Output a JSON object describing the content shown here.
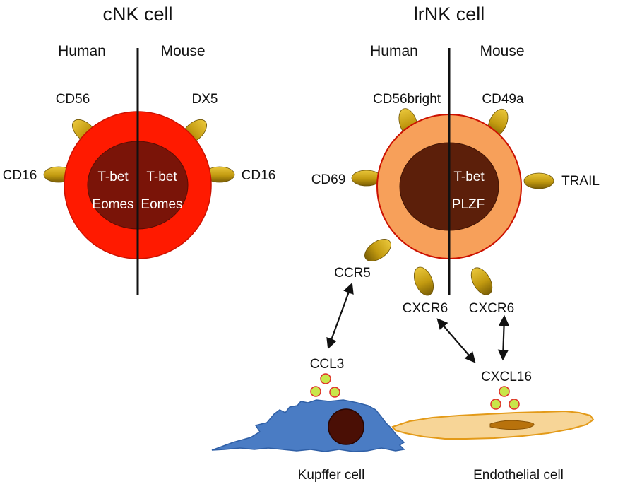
{
  "cnk": {
    "title": "cNK cell",
    "human_label": "Human",
    "mouse_label": "Mouse",
    "human_inner": [
      "T-bet",
      "Eomes"
    ],
    "mouse_inner": [
      "T-bet",
      "Eomes"
    ],
    "receptors": {
      "cd56": "CD56",
      "dx5": "DX5",
      "cd16_human": "CD16",
      "cd16_mouse": "CD16"
    }
  },
  "lrnk": {
    "title": "lrNK cell",
    "human_label": "Human",
    "mouse_label": "Mouse",
    "mouse_inner": [
      "T-bet",
      "PLZF"
    ],
    "receptors": {
      "cd56bright": "CD56bright",
      "cd49a": "CD49a",
      "cd69": "CD69",
      "trail": "TRAIL",
      "ccr5": "CCR5",
      "cxcr6_human": "CXCR6",
      "cxcr6_mouse": "CXCR6"
    }
  },
  "ligands": {
    "ccl3": "CCL3",
    "cxcl16": "CXCL16"
  },
  "cells": {
    "kupffer": "Kupffer cell",
    "endothelial": "Endothelial cell"
  },
  "colors": {
    "cnk_outer": "#ff1a00",
    "cnk_inner": "#7a1408",
    "lrnk_outer": "#f7a05a",
    "lrnk_inner": "#5c1f0a",
    "receptor": "#c9a012",
    "kupffer": "#4a7cc4",
    "endothelial": "#f7d597",
    "chemokine": "#c8e64a"
  }
}
